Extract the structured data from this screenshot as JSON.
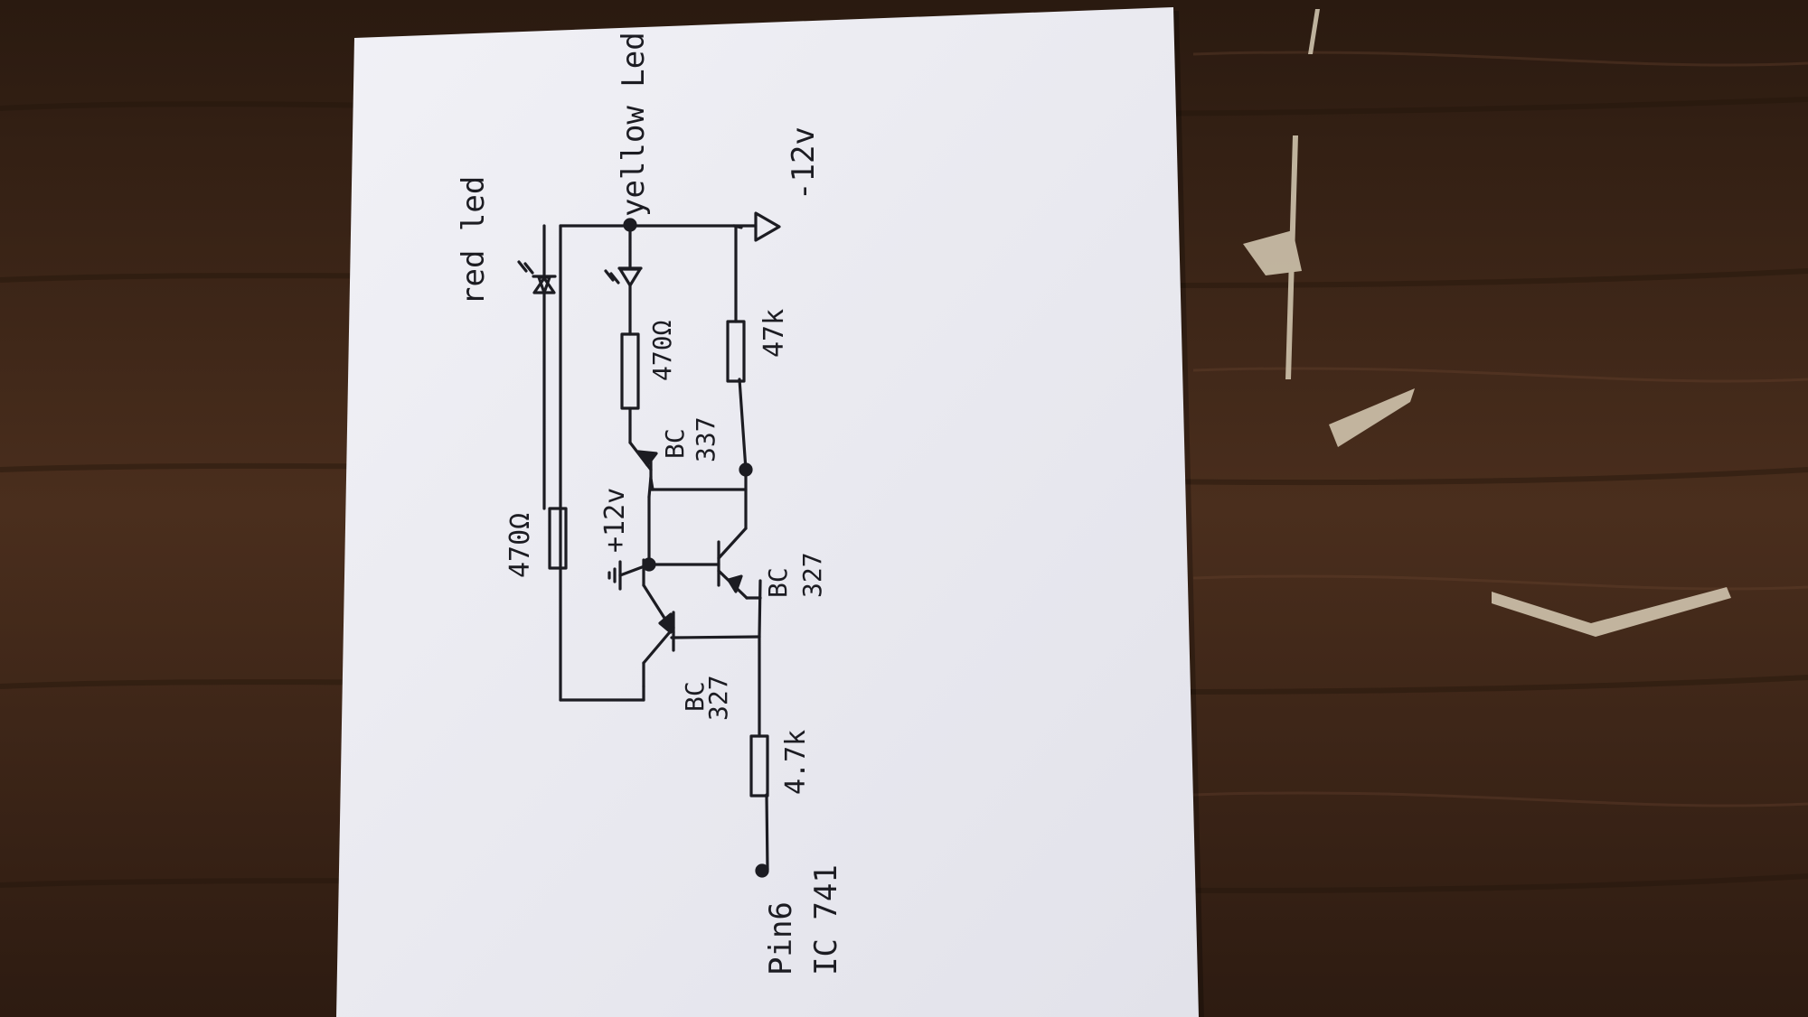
{
  "labels": {
    "pin": "Pin6",
    "ic": "IC 741",
    "r_in": "4.7k",
    "q1_line1": "BC",
    "q1_line2": "327",
    "r_top": "470Ω",
    "supply_pos": "+12v",
    "q2_line1": "BC",
    "q2_line2": "327",
    "q3_line1": "BC",
    "q3_line2": "337",
    "r_led": "470Ω",
    "r_bias": "47k",
    "red_led": "red led",
    "yellow_led": "yellow Led",
    "supply_neg": "-12v"
  },
  "colors": {
    "paper": "#eeeef3",
    "ink": "#1c1c22",
    "wood_dark": "#2c1a10",
    "wood_mid": "#4a2f1f",
    "wood_light": "#5e3d28"
  }
}
